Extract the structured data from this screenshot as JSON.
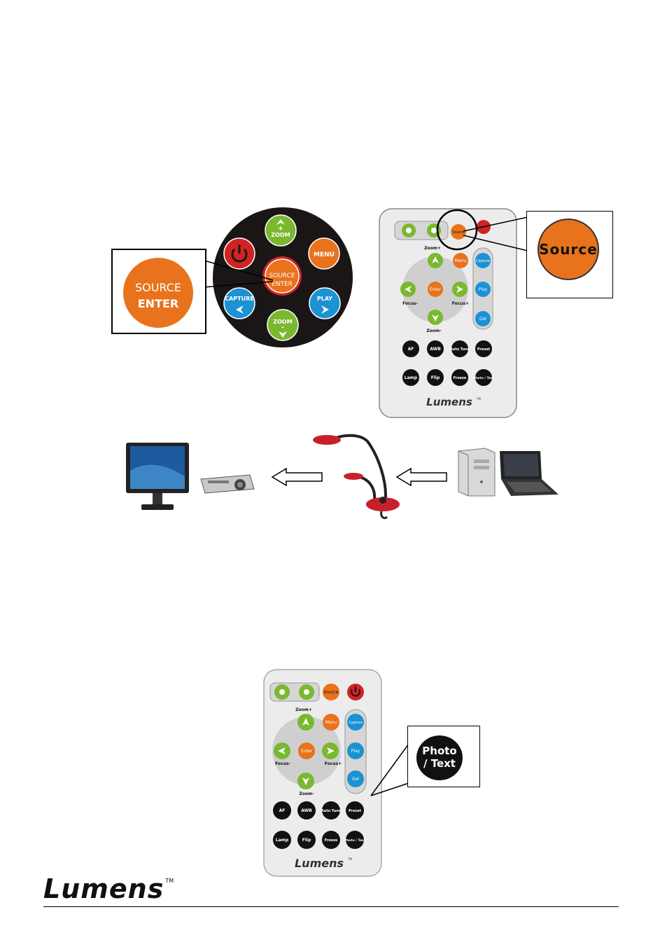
{
  "control_panel": {
    "zoom_up": "ZOOM",
    "zoom_up_sign": "+",
    "zoom_down": "ZOOM",
    "zoom_down_sign": "-",
    "menu": "MENU",
    "source_line1": "SOURCE",
    "source_line2": "ENTER",
    "capture": "CAPTURE",
    "play": "PLAY"
  },
  "source_enter_callout": {
    "line1": "SOURCE",
    "line2": "ENTER"
  },
  "remote": {
    "source": "Source",
    "zoom_plus": "Zoom+",
    "zoom_minus": "Zoom-",
    "focus_minus": "Focus-",
    "focus_plus": "Focus+",
    "menu": "Menu",
    "enter": "Enter",
    "capture": "Capture",
    "play": "Play",
    "del": "Del",
    "row1": [
      "AF",
      "AWB",
      "Auto Tune",
      "Preset"
    ],
    "row2": [
      "Lamp",
      "Flip",
      "Freeze",
      "Photo / Text"
    ],
    "brand": "Lumens",
    "tm": "TM"
  },
  "source_callout": {
    "label": "Source"
  },
  "photo_text_callout": {
    "line1": "Photo",
    "line2": "/ Text"
  },
  "footer": {
    "brand": "Lumens",
    "tm": "TM"
  },
  "colors": {
    "orange": "#e8731c",
    "green": "#7ab82f",
    "blue": "#1a92d4",
    "red": "#d22323",
    "dark": "#111111"
  }
}
